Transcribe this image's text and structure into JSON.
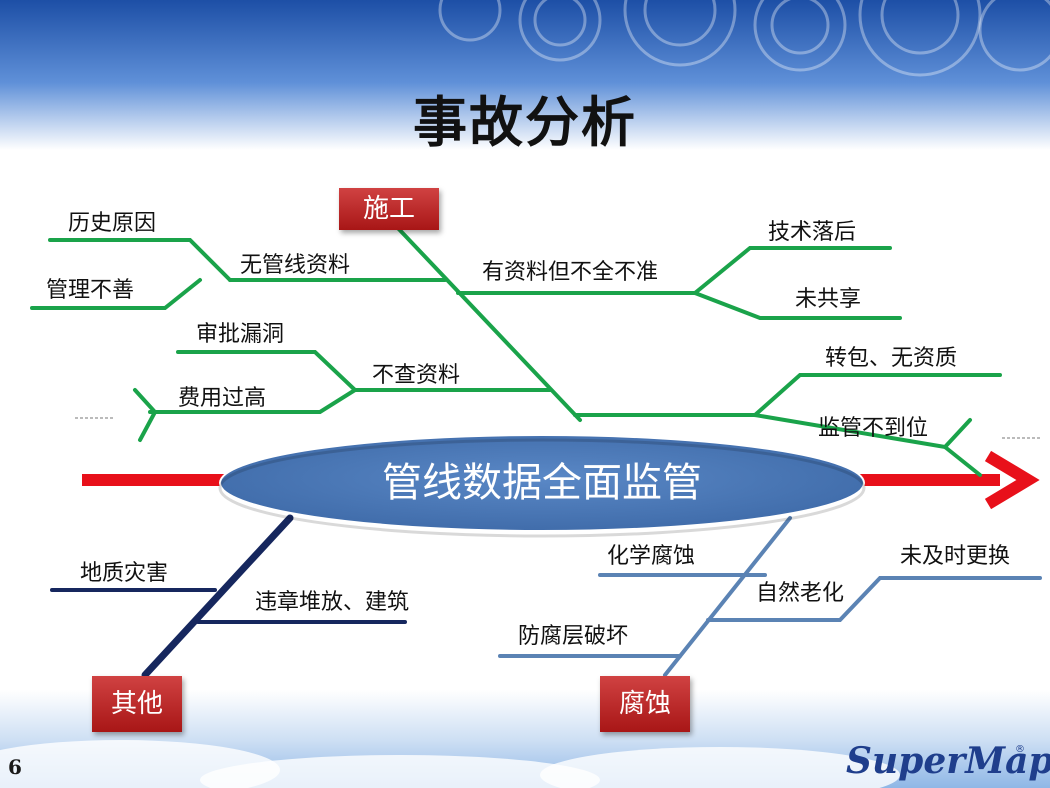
{
  "title": "事故分析",
  "center": "管线数据全面监管",
  "categories": {
    "construction": "施工",
    "other": "其他",
    "corrosion": "腐蚀"
  },
  "causes": {
    "history": "历史原因",
    "management": "管理不善",
    "no_data": "无管线资料",
    "incomplete_data": "有资料但不全不准",
    "tech_lag": "技术落后",
    "not_shared": "未共享",
    "approval_loophole": "审批漏洞",
    "high_cost": "费用过高",
    "no_check": "不查资料",
    "subcontract": "转包、无资质",
    "supervision": "监管不到位",
    "geo_disaster": "地质灾害",
    "illegal_build": "违章堆放、建筑",
    "chemical": "化学腐蚀",
    "aging": "自然老化",
    "not_replaced": "未及时更换",
    "coating": "防腐层破坏"
  },
  "page_number": "6",
  "logo": "SuperMap",
  "colors": {
    "green": "#1aa34a",
    "navy": "#16275e",
    "steel": "#5b83b4",
    "red_spine": "#e8101a",
    "tag_red": "#b41e1e",
    "ellipse": "#4b78b8"
  }
}
